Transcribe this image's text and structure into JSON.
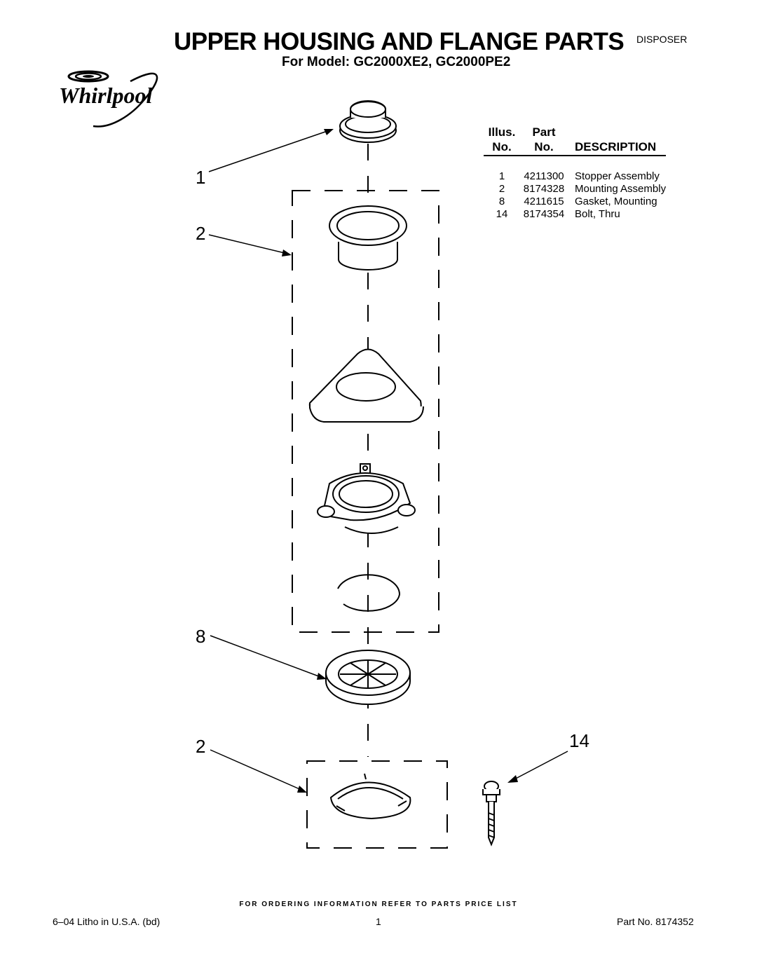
{
  "header": {
    "title": "UPPER HOUSING AND FLANGE PARTS",
    "subtitle": "For Model: GC2000XE2, GC2000PE2",
    "category": "DISPOSER",
    "logo_text": "Whirlpool"
  },
  "parts_table": {
    "headers": {
      "illus_top": "Illus.",
      "part_top": "Part",
      "illus_bottom": "No.",
      "part_bottom": "No.",
      "description": "DESCRIPTION"
    },
    "rows": [
      {
        "illus": "1",
        "part": "4211300",
        "description": "Stopper Assembly"
      },
      {
        "illus": "2",
        "part": "8174328",
        "description": "Mounting Assembly"
      },
      {
        "illus": "8",
        "part": "4211615",
        "description": "Gasket, Mounting"
      },
      {
        "illus": "14",
        "part": "8174354",
        "description": "Bolt, Thru"
      }
    ]
  },
  "callouts": {
    "c1": "1",
    "c2a": "2",
    "c8": "8",
    "c2b": "2",
    "c14": "14"
  },
  "footer": {
    "ordering_note": "FOR ORDERING INFORMATION REFER TO PARTS PRICE LIST",
    "litho": "6–04 Litho in U.S.A. (bd)",
    "page": "1",
    "part_no": "Part No. 8174352"
  }
}
